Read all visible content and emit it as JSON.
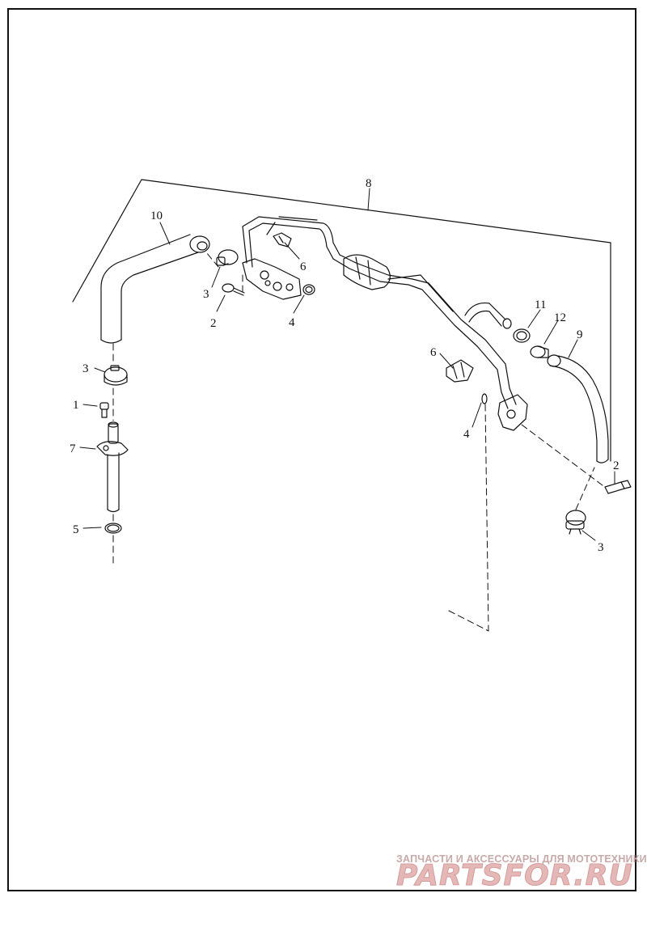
{
  "callouts": {
    "c1": "1",
    "c2a": "2",
    "c2b": "2",
    "c3a": "3",
    "c3b": "3",
    "c3c": "3",
    "c4a": "4",
    "c4b": "4",
    "c5": "5",
    "c6a": "6",
    "c6b": "6",
    "c7": "7",
    "c8": "8",
    "c9": "9",
    "c10": "10",
    "c11": "11",
    "c12": "12"
  },
  "watermark": {
    "tagline": "ЗАПЧАСТИ И АКСЕССУАРЫ ДЛЯ МОТОТЕХНИКИ",
    "logo": "PARTSFOR.RU"
  },
  "colors": {
    "line": "#111111",
    "watermark": "#e5b8b8"
  }
}
